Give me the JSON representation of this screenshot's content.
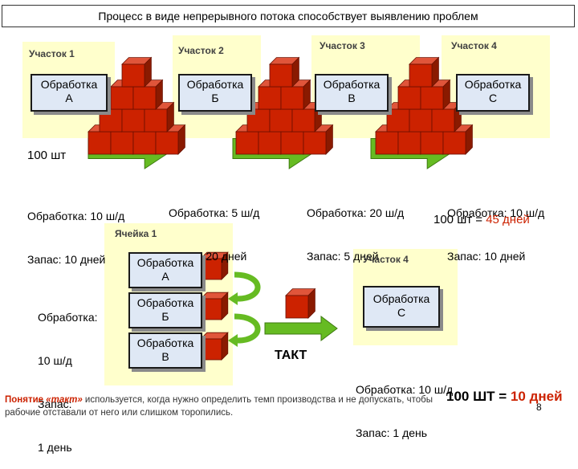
{
  "title": "Процесс в виде непрерывного потока способствует выявлению проблем",
  "areas": [
    {
      "label": "Участок 1",
      "process": [
        "Обработка",
        "А"
      ],
      "stats": [
        "Обработка: 10 ш/д",
        "Запас: 10 дней"
      ]
    },
    {
      "label": "Участок 2",
      "process": [
        "Обработка",
        "Б"
      ],
      "stats": [
        "Обработка: 5 ш/д",
        "Запас: 20 дней"
      ]
    },
    {
      "label": "Участок 3",
      "process": [
        "Обработка",
        "В"
      ],
      "stats": [
        "Обработка: 20 ш/д",
        "Запас: 5 дней"
      ]
    },
    {
      "label": "Участок 4",
      "process": [
        "Обработка",
        "С"
      ],
      "stats": [
        "Обработка: 10 ш/д",
        "Запас: 10 дней"
      ]
    }
  ],
  "batch_label": "100 шт",
  "total": {
    "prefix": "100 шт = ",
    "value": "45 дней"
  },
  "cell": {
    "label": "Ячейка 1",
    "stats": [
      "Обработка:",
      "10 ш/д",
      "Запас:",
      "1 день"
    ],
    "processes": [
      [
        "Обработка",
        "А"
      ],
      [
        "Обработка",
        "Б"
      ],
      [
        "Обработка",
        "В"
      ]
    ]
  },
  "area4_lower": {
    "label": "Участок 4",
    "process": [
      "Обработка",
      "С"
    ],
    "stats": [
      "Обработка: 10 ш/д",
      "Запас: 1 день"
    ]
  },
  "takt_label": "ТАКТ",
  "footer": {
    "pre": "Понятие ",
    "term": "«такт»",
    "post": " используется, когда нужно определить темп производства и не допускать, чтобы рабочие отставали от него или слишком торопились."
  },
  "final_total": {
    "prefix": "100 ШТ = ",
    "value": "10 дней"
  },
  "page_number": "8",
  "colors": {
    "zone": "#ffffcc",
    "box": "#dfe8f5",
    "cube": "#cc2200",
    "arrow": "#66bb22",
    "highlight": "#cc2200"
  }
}
